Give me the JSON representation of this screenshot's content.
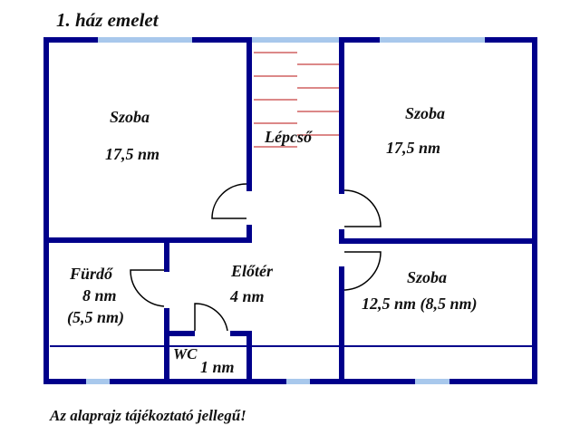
{
  "title": "1. ház emelet",
  "note": "Az alaprajz tájékoztató jellegű!",
  "rooms": {
    "room_top_left": {
      "name": "Szoba",
      "area": "17,5 nm"
    },
    "room_top_right": {
      "name": "Szoba",
      "area": "17,5 nm"
    },
    "stairs": {
      "name": "Lépcső"
    },
    "bathroom": {
      "name": "Fürdő",
      "area": "8 nm",
      "area_alt": "(5,5 nm)"
    },
    "hall": {
      "name": "Előtér",
      "area": "4 nm"
    },
    "room_bottom_right": {
      "name": "Szoba",
      "area": "12,5 nm (8,5 nm)"
    },
    "wc": {
      "name": "WC",
      "area": "1 nm"
    }
  },
  "colors": {
    "wall": "#00008b",
    "window": "#a8c8ec",
    "stair": "#d06060",
    "door": "#000000"
  }
}
